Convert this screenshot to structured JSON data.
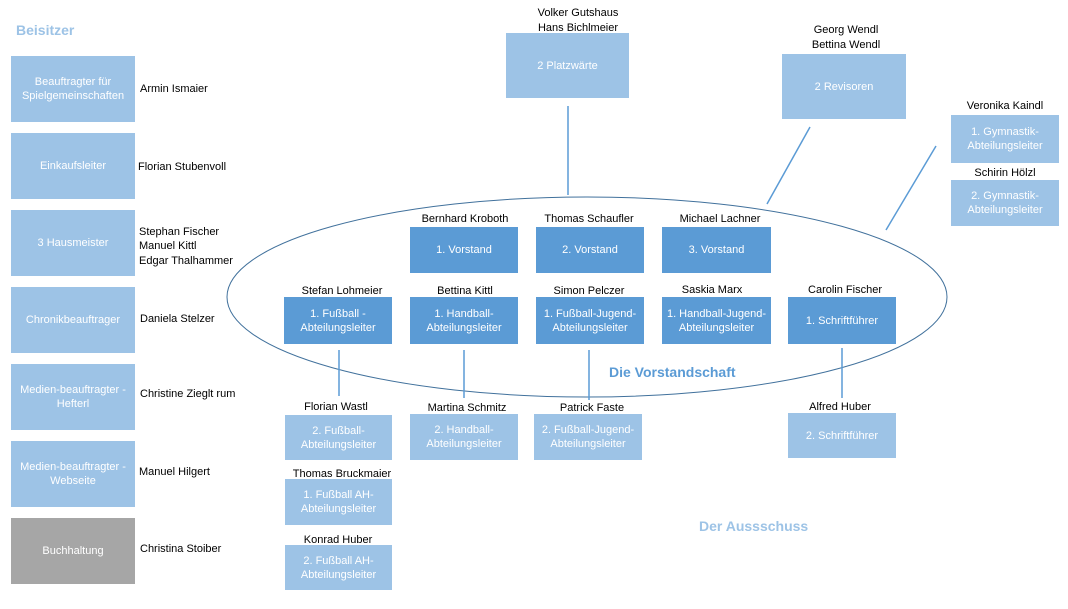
{
  "beisitzer_title": "Beisitzer",
  "vorstandschaft_title": "Die Vorstandschaft",
  "ausschuss_title": "Der Aussschuss",
  "beisitzer": [
    {
      "role": "Beauftragter für Spielgemeinschaften",
      "person": "Armin Ismaier"
    },
    {
      "role": "Einkaufsleiter",
      "person": "Florian Stubenvoll"
    },
    {
      "role": "3 Hausmeister",
      "persons": [
        "Stephan Fischer",
        "Manuel Kittl",
        "Edgar Thalhammer"
      ]
    },
    {
      "role": "Chronikbeauftrager",
      "person": "Daniela Stelzer"
    },
    {
      "role": "Medien-beauftragter - Hefterl",
      "person": "Christine Zieglt rum"
    },
    {
      "role": "Medien-beauftragter - Webseite",
      "person": "Manuel Hilgert"
    },
    {
      "role": "Buchhaltung",
      "person": "Christina Stoiber"
    }
  ],
  "platzwarte": {
    "role": "2 Platzwärte",
    "persons": [
      "Volker Gutshaus",
      "Hans Bichlmeier"
    ]
  },
  "revisoren": {
    "role": "2 Revisoren",
    "persons": [
      "Georg Wendl",
      "Bettina Wendl"
    ]
  },
  "gymnastik": [
    {
      "role": "1. Gymnastik-Abteilungsleiter",
      "person": "Veronika Kaindl"
    },
    {
      "role": "2. Gymnastik-Abteilungsleiter",
      "person": "Schirin Hölzl"
    }
  ],
  "vorstand": [
    {
      "role": "1. Vorstand",
      "person": "Bernhard Kroboth"
    },
    {
      "role": "2. Vorstand",
      "person": "Thomas Schaufler"
    },
    {
      "role": "3. Vorstand",
      "person": "Michael Lachner"
    }
  ],
  "abteilungen": [
    {
      "role": "1. Fußball - Abteilungsleiter",
      "person": "Stefan Lohmeier"
    },
    {
      "role": "1. Handball-Abteilungsleiter",
      "person": "Bettina Kittl"
    },
    {
      "role": "1. Fußball-Jugend-Abteilungsleiter",
      "person": "Simon Pelczer"
    },
    {
      "role": "1. Handball-Jugend-Abteilungsleiter",
      "person": "Saskia Marx"
    },
    {
      "role": "1. Schriftführer",
      "person": "Carolin Fischer"
    }
  ],
  "stellvertreter": [
    {
      "role": "2. Fußball-Abteilungsleiter",
      "person": "Florian Wastl"
    },
    {
      "role": "2. Handball-Abteilungsleiter",
      "person": "Martina Schmitz"
    },
    {
      "role": "2. Fußball-Jugend-Abteilungsleiter",
      "person": "Patrick Faste"
    },
    {
      "role": "2. Schriftführer",
      "person": "Alfred Huber"
    }
  ],
  "ah": [
    {
      "role": "1. Fußball AH-Abteilungsleiter",
      "person": "Thomas Bruckmaier"
    },
    {
      "role": "2. Fußball AH-Abteilungsleiter",
      "person": "Konrad Huber"
    }
  ]
}
